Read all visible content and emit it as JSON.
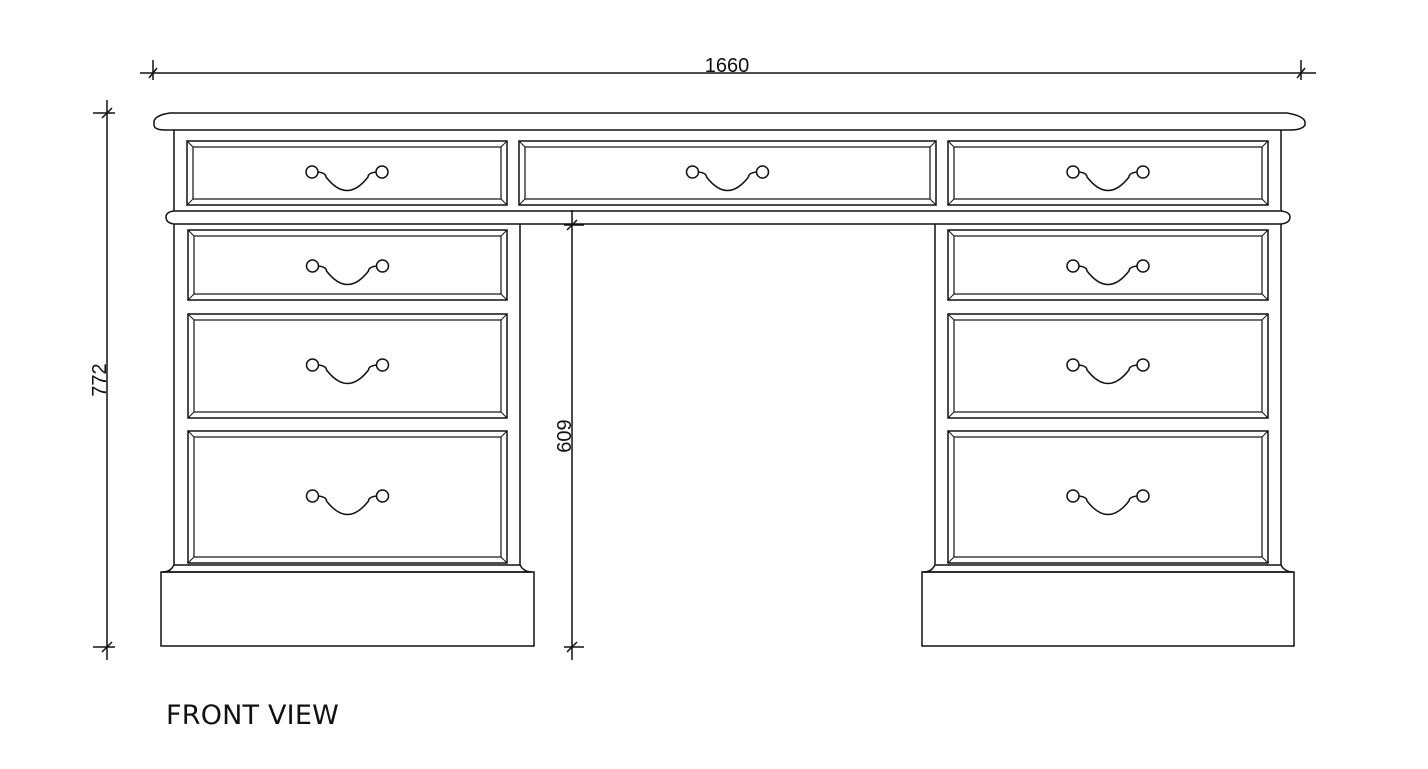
{
  "dimensions": {
    "width": "1660",
    "height": "772",
    "knee_height": "609"
  },
  "view_label": "FRONT VIEW",
  "desk": {
    "top_drawers": 3,
    "pedestal_drawers_per_side": 3
  }
}
